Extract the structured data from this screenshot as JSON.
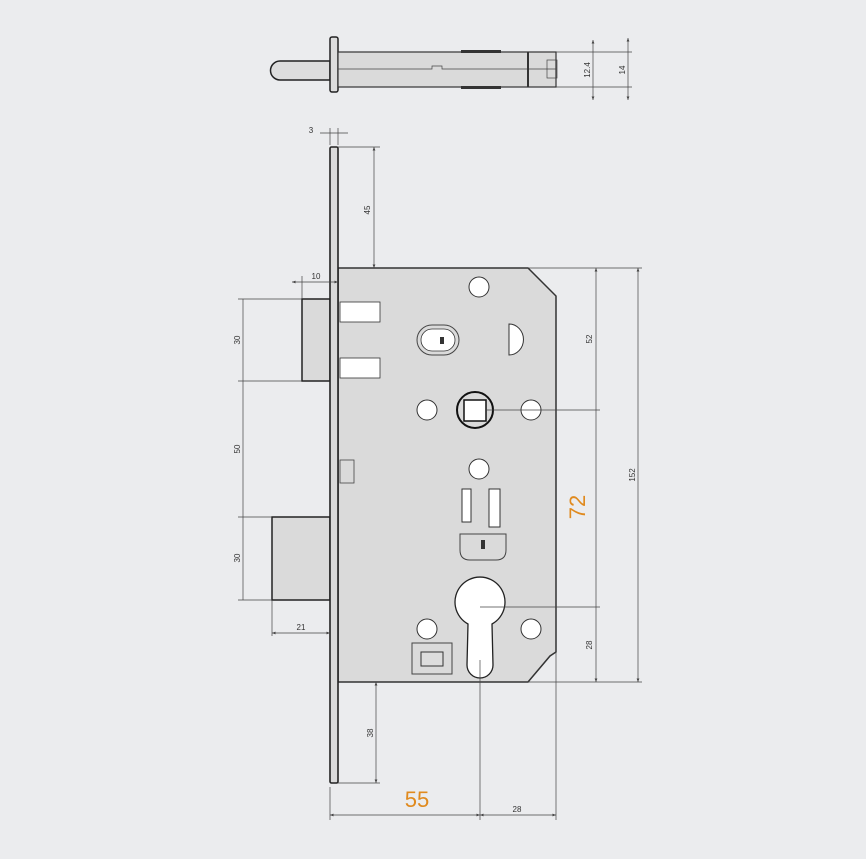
{
  "top_view": {
    "dims": {
      "inner": "12.4",
      "outer": "14"
    }
  },
  "front_view": {
    "dims": {
      "faceplate_thickness": "3",
      "top_to_body": "45",
      "latch_projection": "10",
      "latch_height": "30",
      "latch_to_bolt": "50",
      "bolt_height": "30",
      "bolt_projection": "21",
      "body_to_bottom": "38",
      "backset": "55",
      "cylinder_to_back": "28",
      "spindle_offset_top": "52",
      "spindle_to_cylinder": "72",
      "cylinder_to_bottom": "28",
      "body_height": "152"
    },
    "highlight_color": "#e08a1e"
  }
}
